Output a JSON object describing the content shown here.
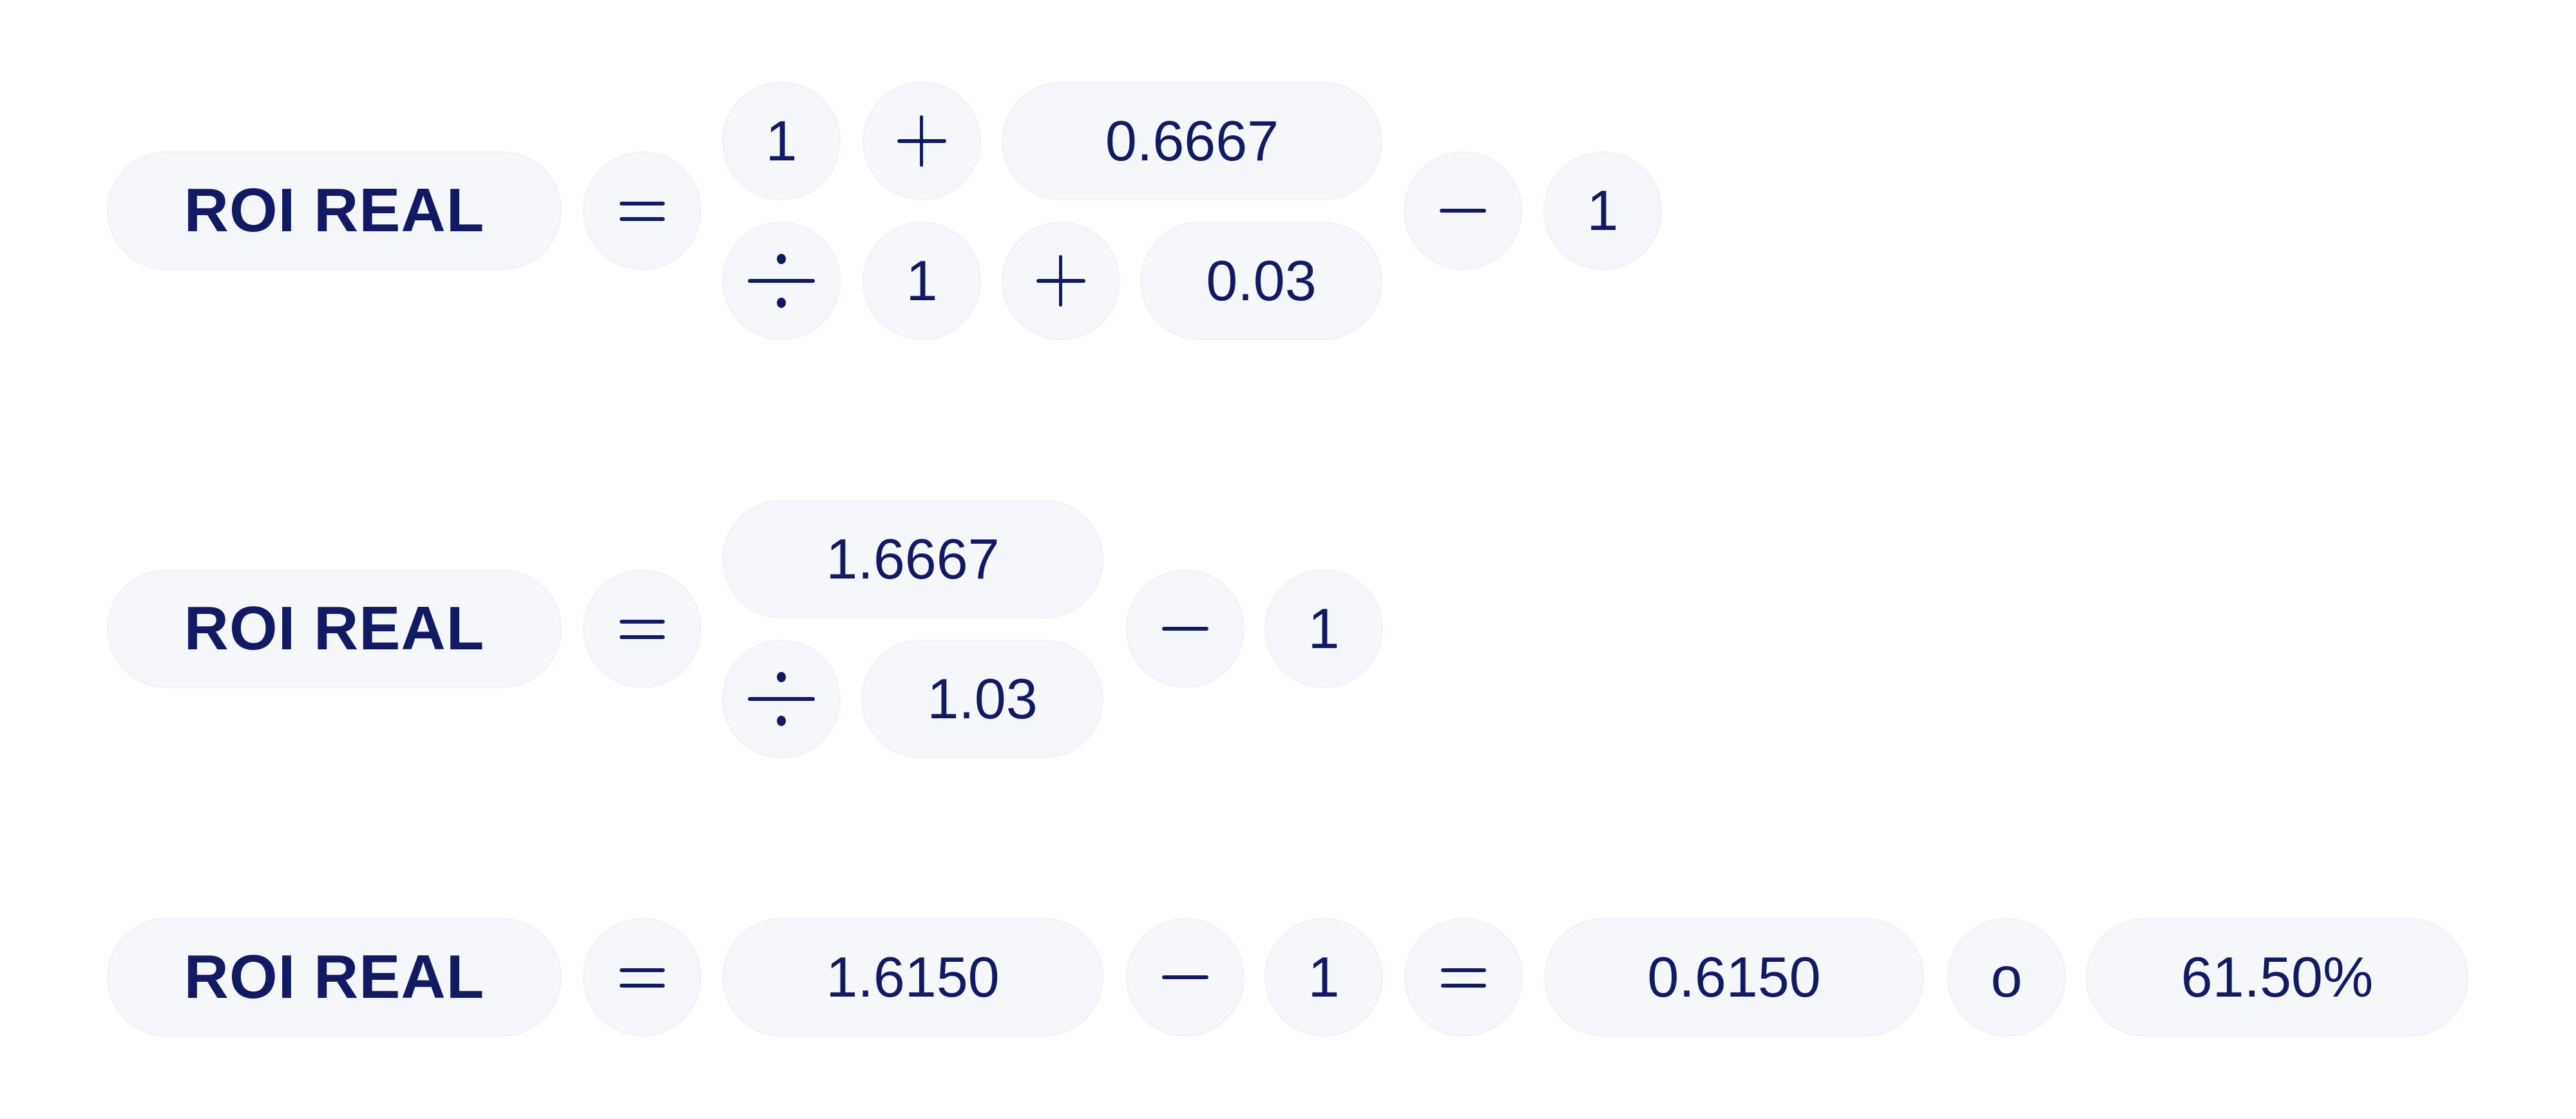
{
  "colors": {
    "text": "#121A64",
    "chip_background": "#F6F7FB",
    "page_background": "#FFFFFF"
  },
  "equations": [
    {
      "label": "ROI REAL",
      "equals": "=",
      "numerator": [
        "1",
        "+",
        "0.6667"
      ],
      "divide": "÷",
      "denominator": [
        "1",
        "+",
        "0.03"
      ],
      "minus": "−",
      "subtrahend": "1"
    },
    {
      "label": "ROI REAL",
      "equals": "=",
      "numerator": [
        "1.6667"
      ],
      "divide": "÷",
      "denominator": [
        "1.03"
      ],
      "minus": "−",
      "subtrahend": "1"
    },
    {
      "label": "ROI REAL",
      "equals": "=",
      "quotient": "1.6150",
      "minus": "−",
      "subtrahend": "1",
      "equals2": "=",
      "decimal_result": "0.6150",
      "connector": "o",
      "percent_result": "61.50%"
    }
  ]
}
